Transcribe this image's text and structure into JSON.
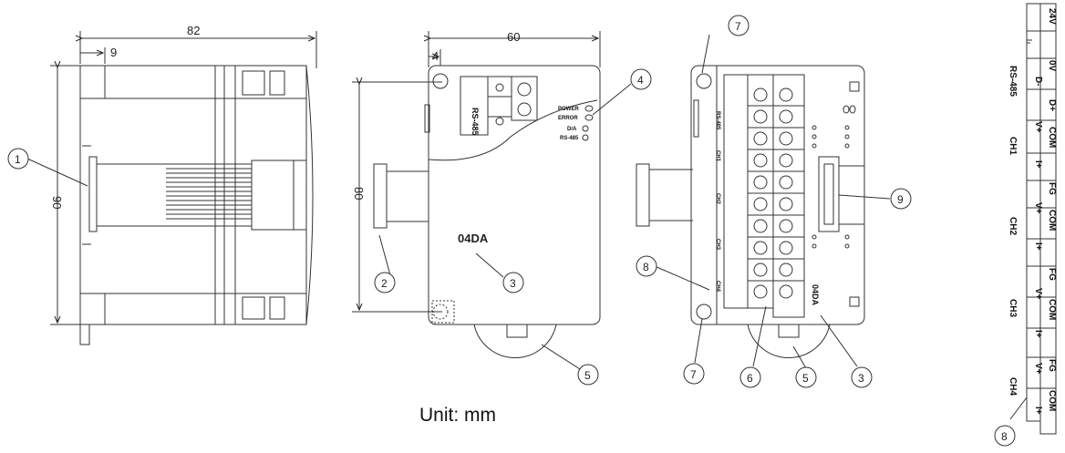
{
  "dimensions": {
    "overall_width": "82",
    "flange": "9",
    "height_side": "90",
    "front_width": "60",
    "front_offset": "4",
    "front_height": "80"
  },
  "callouts": [
    "1",
    "2",
    "3",
    "4",
    "5",
    "6",
    "7",
    "8",
    "9"
  ],
  "module": {
    "model": "04DA",
    "leds": [
      "POWER",
      "ERROR",
      "D/A",
      "RS-485"
    ],
    "port_label": "RS-485",
    "port_pins": [
      "D-",
      "D+"
    ],
    "channels": [
      "CH1",
      "CH2",
      "CH3",
      "CH4"
    ],
    "channel_pins": [
      "V+",
      "I+",
      "COM",
      "FG"
    ]
  },
  "terminal_strip": {
    "power": [
      "24V",
      "0V"
    ],
    "rs485_label": "RS-485",
    "rs485": [
      "D-",
      "D+"
    ],
    "ch1": [
      "V+",
      "COM",
      "I+"
    ],
    "ch1_fg": "FG",
    "ch2": [
      "V+",
      "COM",
      "I+"
    ],
    "ch2_fg": "FG",
    "ch3": [
      "V+",
      "COM",
      "I+"
    ],
    "ch3_fg": "FG",
    "ch4": [
      "V+",
      "COM",
      "I+"
    ],
    "groups": [
      "CH1",
      "CH2",
      "CH3",
      "CH4"
    ]
  },
  "unit_label": "Unit: mm"
}
